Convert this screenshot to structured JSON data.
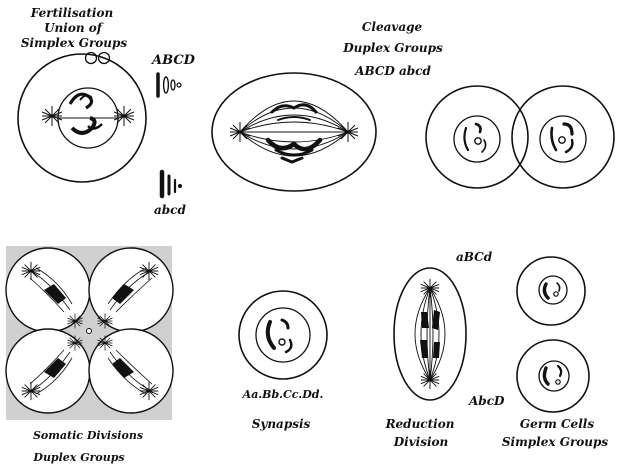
{
  "labels": {
    "fertilisation": "Fertilisation",
    "union_of": "Union of",
    "simplex_groups_top": "Simplex Groups",
    "abcd_upper": "ABCD",
    "abcd_lower": "abcd",
    "cleavage": "Cleavage",
    "duplex_groups_top": "Duplex Groups",
    "abcd_both": "ABCD abcd",
    "abcd_reduction_top": "aBCd",
    "synapsis_pairs": "Aa.Bb.Cc.Dd.",
    "synapsis": "Synapsis",
    "abcd_reduction_bottom": "AbcD",
    "reduction": "Reduction",
    "division": "Division",
    "germ_cells": "Germ Cells",
    "simplex_groups_bottom": "Simplex Groups",
    "somatic_divisions": "Somatic Divisions",
    "duplex_groups_bottom": "Duplex Groups"
  },
  "colors": {
    "ink": "#111111",
    "shade": "#bdbdbd",
    "background": "#ffffff"
  }
}
